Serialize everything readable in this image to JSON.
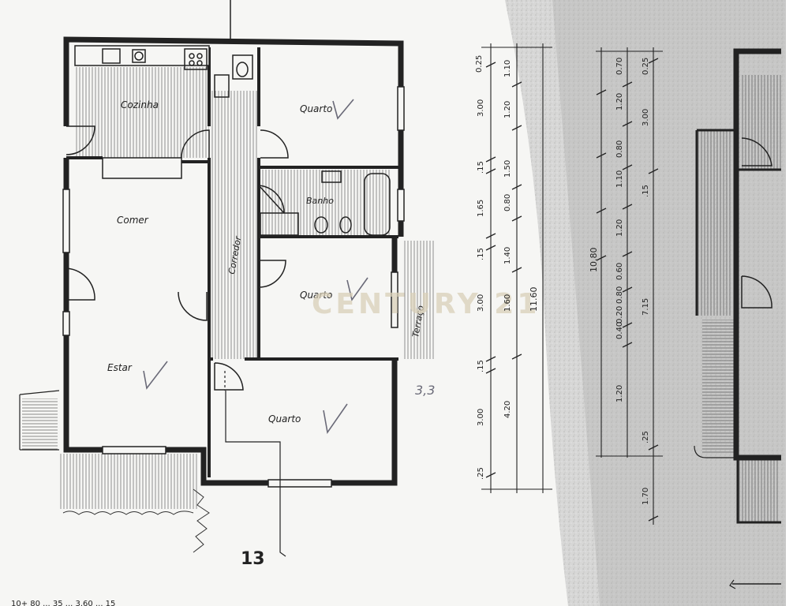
{
  "rooms": {
    "cozinha": "Cozinha",
    "quarto_top": "Quarto",
    "banho": "Banho",
    "comer": "Comer",
    "corredor": "Corredor",
    "quarto_mid": "Quarto",
    "terraco": "Terraço",
    "estar": "Estar",
    "quarto_bottom": "Quarto"
  },
  "watermark": "CENTURY 21",
  "plan_number": "13",
  "handwritten_note": "3,3",
  "dimensions": {
    "left_column": [
      "0.25",
      "3.00",
      ".15",
      "1.65",
      ".15",
      "3.00",
      ".15",
      "3.00",
      ".25"
    ],
    "inner_column": [
      "1.10",
      "1.20",
      "1.50",
      "0.80",
      "1.40",
      "1.60",
      "4.20"
    ],
    "overall_left": "11.60",
    "right_total": "10.80",
    "right_col_a": [
      "0.70",
      "1.20",
      "0.80",
      "1.10",
      "1.20",
      "0.60",
      "0.80",
      "0.20",
      "0.40",
      "1.20"
    ],
    "right_col_b": [
      "0.25",
      "3.00",
      ".15",
      "7.15",
      ".25",
      "1.70"
    ]
  },
  "bottom_text": "10+ 80  ...  35  ...  3.60  ...  15"
}
